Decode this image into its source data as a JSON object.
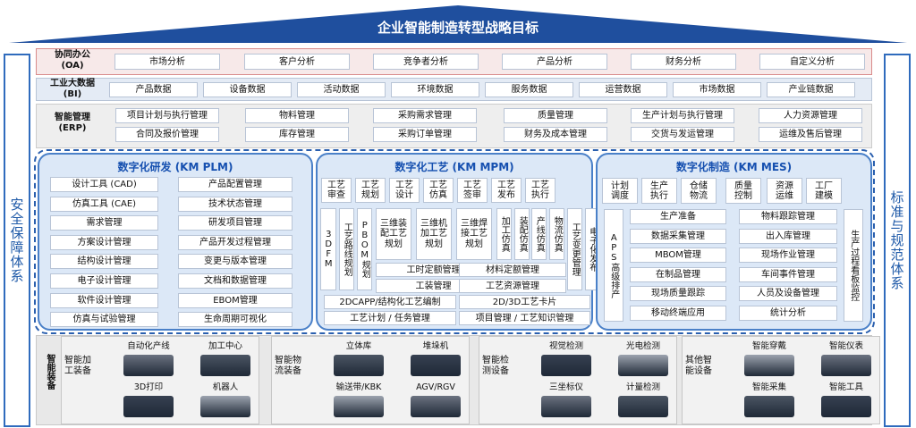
{
  "title": "企业智能制造转型战略目标",
  "sides": {
    "left": "安全保障体系",
    "right": "标准与规范体系"
  },
  "oa": {
    "label": "协同办公\n(OA)",
    "items": [
      "市场分析",
      "客户分析",
      "竞争者分析",
      "产品分析",
      "财务分析",
      "自定义分析"
    ]
  },
  "bi": {
    "label": "工业大数据\n(BI)",
    "items": [
      "产品数据",
      "设备数据",
      "活动数据",
      "环境数据",
      "服务数据",
      "运营数据",
      "市场数据",
      "产业链数据"
    ]
  },
  "erp": {
    "label": "智能管理\n(ERP)",
    "items": [
      "项目计划与执行管理",
      "物料管理",
      "采购需求管理",
      "质量管理",
      "生产计划与执行管理",
      "人力资源管理",
      "合同及报价管理",
      "库存管理",
      "采购订单管理",
      "财务及成本管理",
      "交货与发运管理",
      "运维及售后管理"
    ]
  },
  "plm": {
    "title": "数字化研发 (KM PLM)",
    "items": [
      "设计工具 (CAD)",
      "产品配置管理",
      "仿真工具 (CAE)",
      "技术状态管理",
      "需求管理",
      "研发项目管理",
      "方案设计管理",
      "产品开发过程管理",
      "结构设计管理",
      "变更与版本管理",
      "电子设计管理",
      "文档和数据管理",
      "软件设计管理",
      "EBOM管理",
      "仿真与试验管理",
      "生命周期可视化"
    ]
  },
  "mpm": {
    "title": "数字化工艺 (KM MPM)",
    "top": [
      "工艺审查",
      "工艺规划",
      "工艺设计",
      "工艺仿真",
      "工艺签审",
      "工艺发布",
      "工艺执行"
    ],
    "vert": [
      "3DFM",
      "工艺路线规划",
      "PBOM规划",
      "三维装配工艺规划",
      "三维机加工艺规划",
      "三维焊接工艺规划",
      "加工仿真",
      "装配仿真",
      "产线仿真",
      "物流仿真",
      "工艺变更管理",
      "电子化发布"
    ],
    "mid": [
      "工时定额管理",
      "材料定额管理",
      "工装管理",
      "工艺资源管理",
      "2DCAPP/结构化工艺编制",
      "2D/3D工艺卡片",
      "工艺计划  /  任务管理",
      "项目管理  /  工艺知识管理"
    ]
  },
  "mes": {
    "title": "数字化制造 (KM MES)",
    "top": [
      "计划调度",
      "生产执行",
      "仓储物流",
      "质量控制",
      "资源运维",
      "工厂建模"
    ],
    "left_vert": "APS高级排产",
    "right_vert": "生产过程看板监控",
    "col1": [
      "生产准备",
      "数据采集管理",
      "MBOM管理",
      "在制品管理",
      "现场质量跟踪",
      "移动终端应用"
    ],
    "col2": [
      "物料跟踪管理",
      "出入库管理",
      "现场作业管理",
      "车间事件管理",
      "人员及设备管理",
      "统计分析"
    ]
  },
  "equip": {
    "label": "智能装备",
    "groups": [
      {
        "name": "智能加工装备",
        "items": [
          "自动化产线",
          "加工中心",
          "3D打印",
          "机器人"
        ]
      },
      {
        "name": "智能物流装备",
        "items": [
          "立体库",
          "堆垛机",
          "输送带/KBK",
          "AGV/RGV"
        ]
      },
      {
        "name": "智能检测设备",
        "items": [
          "视觉检测",
          "光电检测",
          "三坐标仪",
          "计量检测"
        ]
      },
      {
        "name": "其他智能设备",
        "items": [
          "智能穿戴",
          "智能仪表",
          "智能采集",
          "智能工具"
        ]
      }
    ]
  },
  "colors": {
    "accent": "#1650b0",
    "panel": "#dce8f7",
    "header": "#1f4f9e"
  }
}
